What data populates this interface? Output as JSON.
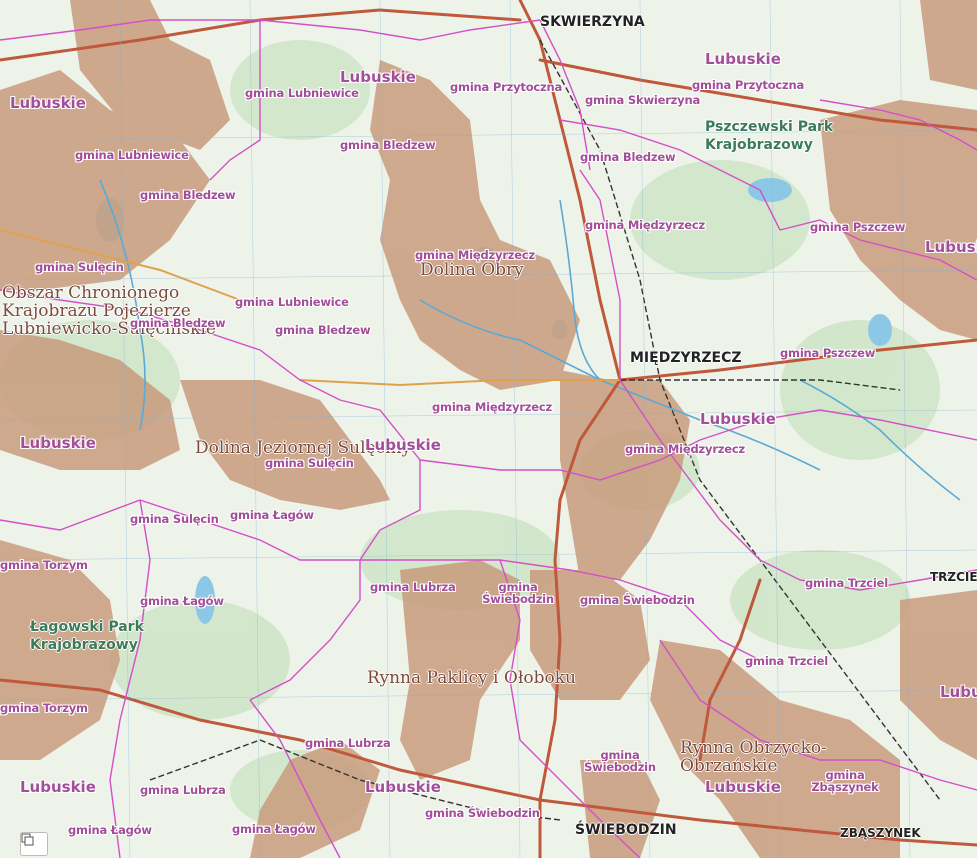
{
  "cities": [
    "SKWIERZYNA",
    "MIĘDZYRZECZ",
    "ŚWIEBODZIN",
    "ZBĄSZYNEK",
    "TRZCIEL"
  ],
  "protected_areas": [
    "Dolina Obry",
    "Obszar Chronionego Krajobrazu Pojezierze Lubniewicko-Sulęcińskie",
    "Dolina Jeziornej Sulęciny",
    "Rynna Paklicy i Ołoboku",
    "Rynna Obrzycko-Obrzańskie"
  ],
  "parks": [
    "Pszczewski Park Krajobrazowy",
    "Łagowski Park Krajobrazowy"
  ],
  "region_labels": [
    "Lubuskie"
  ],
  "gmina_labels": [
    "gmina Lubniewice",
    "gmina Przytoczna",
    "gmina Skwierzyna",
    "gmina Bledzew",
    "gmina Sulęcin",
    "gmina Międzyrzecz",
    "gmina Pszczew",
    "gmina Łagów",
    "gmina Torzym",
    "gmina Lubrza",
    "gmina Świebodzin",
    "gmina Trzciel",
    "gmina Zbąszynek"
  ],
  "colors": {
    "forest_overlay": "#c99e80",
    "boundary": "#d44fc8",
    "label": "#a24e99",
    "road": "#c0583c"
  },
  "controls": {
    "layers_icon": "layers-icon"
  }
}
